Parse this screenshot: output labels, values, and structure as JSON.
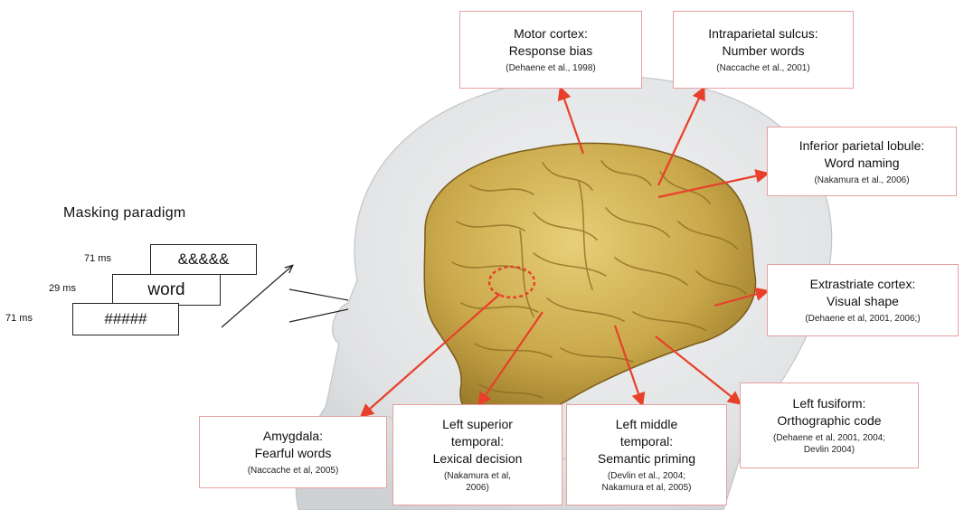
{
  "masking": {
    "title": "Masking paradigm",
    "frames": [
      {
        "time": "71 ms",
        "content": "&&&&&"
      },
      {
        "time": "29 ms",
        "content": "word"
      },
      {
        "time": "71 ms",
        "content": "#####"
      }
    ]
  },
  "callouts": {
    "motor": {
      "line1": "Motor cortex:",
      "line2": "Response bias",
      "cite": "(Dehaene et al., 1998)"
    },
    "ips": {
      "line1": "Intraparietal sulcus:",
      "line2": "Number words",
      "cite": "(Naccache et al., 2001)"
    },
    "ipl": {
      "line1": "Inferior parietal lobule:",
      "line2": "Word naming",
      "cite": "(Nakamura et al., 2006)"
    },
    "extrastriate": {
      "line1": "Extrastriate cortex:",
      "line2": "Visual shape",
      "cite": "(Dehaene et al, 2001, 2006;)"
    },
    "fusiform": {
      "line1": "Left fusiform:",
      "line2": "Orthographic code",
      "cite": "(Dehaene et al, 2001, 2004;\nDevlin 2004)"
    },
    "mtg": {
      "line1": "Left middle\ntemporal:",
      "line2": "Semantic priming",
      "cite": "(Devlin et al., 2004;\nNakamura et al, 2005)"
    },
    "stg": {
      "line1": "Left superior\ntemporal:",
      "line2": "Lexical decision",
      "cite": "(Nakamura et al,\n2006)"
    },
    "amygdala": {
      "line1": "Amygdala:",
      "line2": "Fearful words",
      "cite": "(Naccache et al, 2005)"
    }
  },
  "colors": {
    "arrow": "#e8402a",
    "callout_border": "#e8a0a0",
    "brain": "#c9a84a",
    "brain_dark": "#8a6a1e",
    "head": "#d7d9db"
  }
}
